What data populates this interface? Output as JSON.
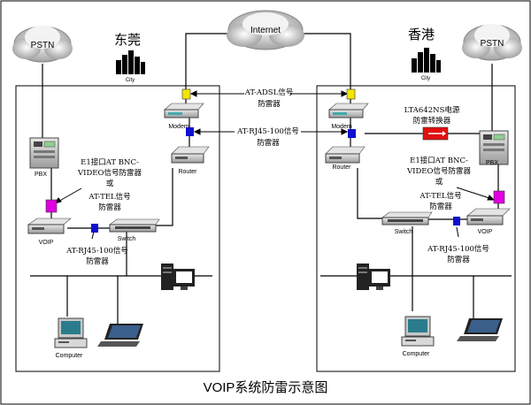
{
  "caption": "VOIP系统防雷示意图",
  "cloud_internet": "Internet",
  "left": {
    "city": "东莞",
    "city_label": "City",
    "pstn": "PSTN",
    "pbx": "PBX",
    "voip": "VOIP",
    "switch": "Switch",
    "router": "Router",
    "modem": "Modem",
    "computer": "Computer",
    "arrester_e1": [
      "E1接口AT BNC-",
      "VIDEO信号防雷器",
      "或",
      "AT-TEL信号",
      "防雷器"
    ],
    "arrester_rj45": [
      "AT-RJ45-100信号",
      "防雷器"
    ]
  },
  "right": {
    "city": "香港",
    "city_label": "City",
    "pstn": "PSTN",
    "pbx": "PBX",
    "voip": "VOIP",
    "switch": "Switch",
    "router": "Router",
    "modem": "Modem",
    "computer": "Computer",
    "power_arrester": [
      "LTA642NS电源",
      "防雷转换器"
    ],
    "arrester_e1": [
      "E1接口AT BNC-",
      "VIDEO信号防雷器",
      "或",
      "AT-TEL信号",
      "防雷器"
    ],
    "arrester_rj45": [
      "AT-RJ45-100信号",
      "防雷器"
    ]
  },
  "center": {
    "adsl_arrester": [
      "AT-ADSL信号",
      "防雷器"
    ],
    "rj45_arrester": [
      "AT-RJ45-100信号",
      "防雷器"
    ]
  },
  "colors": {
    "arrester_yellow": "#f2e600",
    "arrester_blue": "#1010d0",
    "arrester_magenta": "#e000e0",
    "arrester_red": "#e01010",
    "device_gray": "#c8c8c8",
    "device_dark": "#707070"
  }
}
